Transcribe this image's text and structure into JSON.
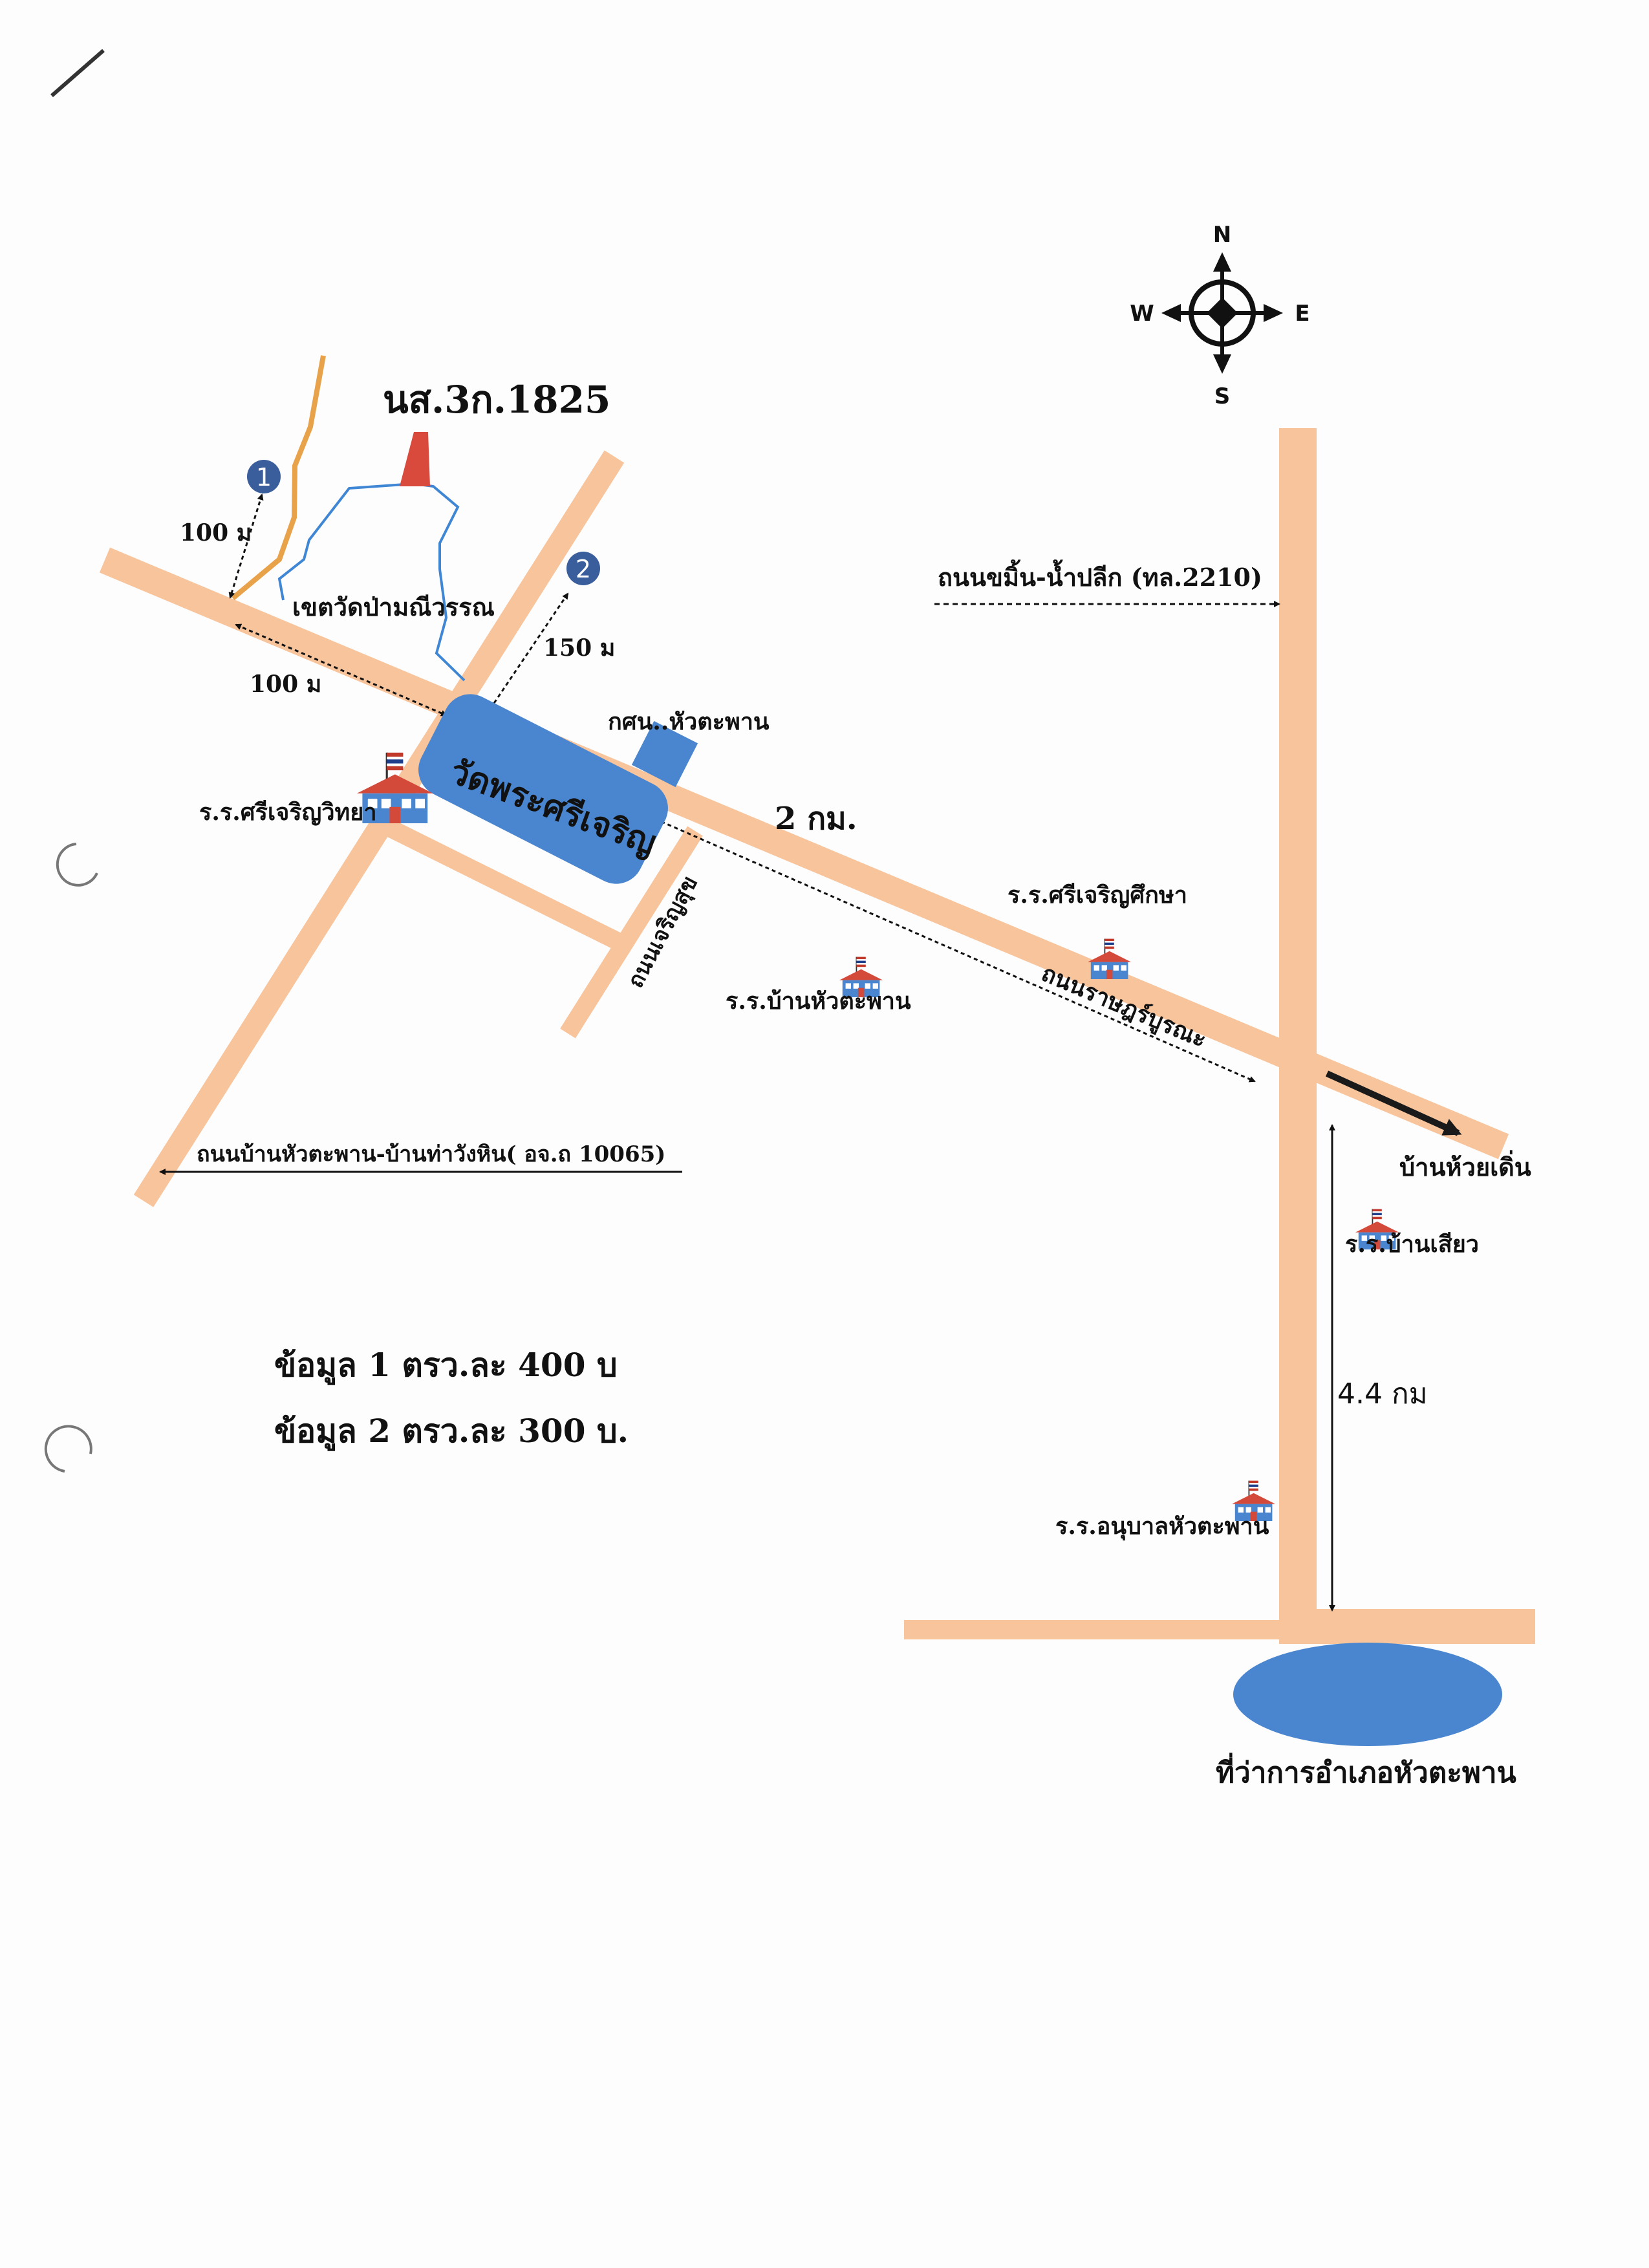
{
  "parcel": {
    "label": "นส.3ก.1825",
    "color": "#d94a3d"
  },
  "compass": {
    "n": "N",
    "s": "S",
    "e": "E",
    "w": "W"
  },
  "markers": {
    "one": "1",
    "two": "2"
  },
  "distances": {
    "d1": "100 ม",
    "d2": "100 ม",
    "d3": "150 ม",
    "d4": "2  กม.",
    "d5": "4.4 กม"
  },
  "roads": {
    "khamin": "ถนนขมิ้น-น้ำปลีก (ทล.2210)",
    "wangin": "ถนนบ้านหัวตะพาน-บ้านท่าวังหิน( อจ.ถ 10065)",
    "charoensuk": "ถนนเจริญสุข",
    "ratburana": "ถนนราษฎร์บูรณะ",
    "color": "#f8c49c"
  },
  "places": {
    "wat_boundary": "เขตวัดป่ามณีวรรณ",
    "wat_phra": "วัดพระศรีเจริญ",
    "kson": "กศน..หัวตะพาน",
    "sch_sriwit": "ร.ร.ศรีเจริญวิทยา",
    "sch_srisuksa": "ร.ร.ศรีเจริญศึกษา",
    "sch_huataphan": "ร.ร.บ้านหัวตะพาน",
    "sch_siao": "ร.ร.บ้านเสียว",
    "sch_anuban": "ร.ร.อนุบาลหัวตะพาน",
    "huai_doen": "บ้านห้วยเดิ่น",
    "district_office": "ที่ว่าการอำเภอหัวตะพาน",
    "water_color": "#4a86cf"
  },
  "info": {
    "line1": "ข้อมูล 1  ตรว.ละ 400 บ",
    "line2": "ข้อมูล 2 ตรว.ละ 300 บ."
  }
}
